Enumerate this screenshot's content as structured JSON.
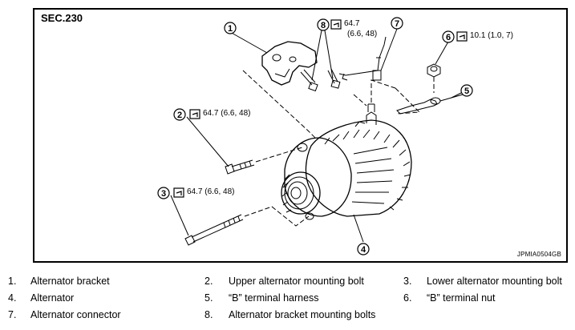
{
  "figure": {
    "section": "SEC.230",
    "figure_id": "JPMIA0504GB",
    "callouts": {
      "c1": "1",
      "c2": "2",
      "c3": "3",
      "c4": "4",
      "c5": "5",
      "c6": "6",
      "c7": "7",
      "c8": "8"
    },
    "torques": {
      "t2": "64.7 (6.6, 48)",
      "t3": "64.7 (6.6, 48)",
      "t6": "10.1 (1.0, 7)",
      "t8_line1": "64.7",
      "t8_line2": "(6.6, 48)"
    }
  },
  "legend": [
    {
      "num": "1.",
      "text": "Alternator bracket"
    },
    {
      "num": "2.",
      "text": "Upper alternator mounting bolt"
    },
    {
      "num": "3.",
      "text": "Lower alternator mounting bolt"
    },
    {
      "num": "4.",
      "text": "Alternator"
    },
    {
      "num": "5.",
      "text": "“B” terminal harness"
    },
    {
      "num": "6.",
      "text": "“B” terminal nut"
    },
    {
      "num": "7.",
      "text": "Alternator connector"
    },
    {
      "num": "8.",
      "text": "Alternator bracket mounting bolts"
    }
  ]
}
